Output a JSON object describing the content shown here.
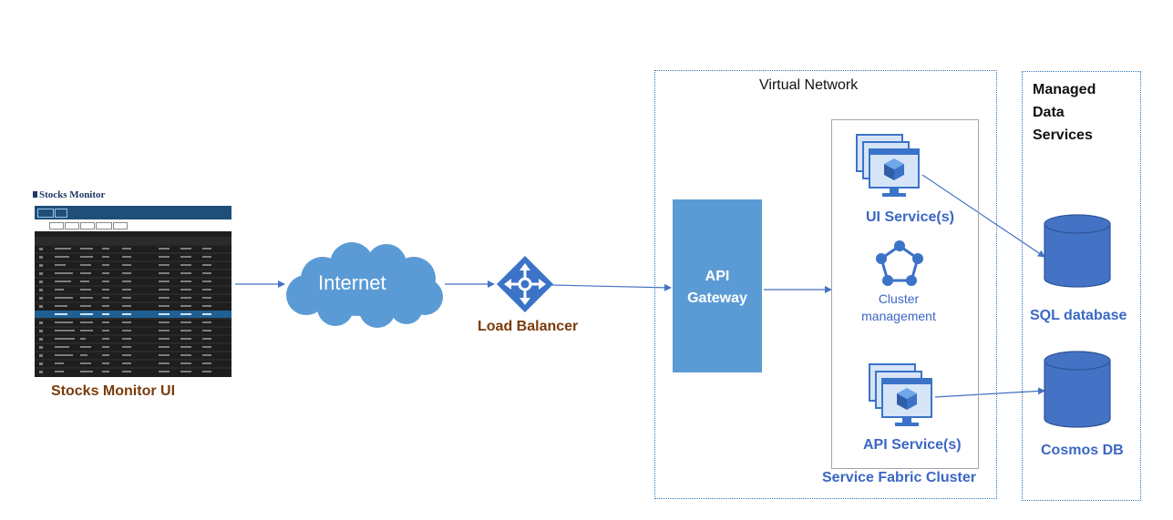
{
  "screenshot": {
    "app_title": "Stocks Monitor",
    "caption": "Stocks Monitor UI"
  },
  "nodes": {
    "internet": "Internet",
    "load_balancer": "Load Balancer",
    "api_gateway": "API\nGateway",
    "virtual_network": "Virtual Network",
    "ui_services": "UI Service(s)",
    "cluster_management": "Cluster\nmanagement",
    "api_services": "API Service(s)",
    "service_fabric_cluster": "Service Fabric Cluster",
    "managed_data_services": "Managed\nData\nServices",
    "sql_database": "SQL database",
    "cosmos_db": "Cosmos DB"
  },
  "colors": {
    "cloud": "#5b9bd5",
    "gateway": "#5b9bd5",
    "arrow": "#4472c4",
    "caption_brown": "#7a3b0c",
    "label_blue": "#3b67c4",
    "dotted_border": "#2e75b6",
    "cylinder": "#4472c4"
  }
}
